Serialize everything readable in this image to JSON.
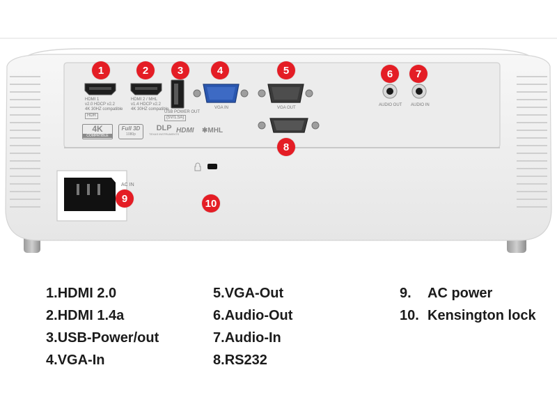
{
  "colors": {
    "marker": "#e41d25",
    "panel": "#ececec",
    "body": "#f2f2f2"
  },
  "port_labels": {
    "hdmi1_title": "HDMI 1",
    "hdmi1_spec_a": "v2.0 HDCP v2.2",
    "hdmi1_spec_b": "4K 30HZ compatible",
    "hdmi1_hdr": "HDR",
    "hdmi2_title": "HDMI 2 / MHL",
    "hdmi2_spec_a": "v1.4 HDCP v2.2",
    "hdmi2_spec_b": "4K 30HZ compatible",
    "usb_a": "USB POWER OUT",
    "usb_b": "(5V/1.5A)",
    "vga_in": "VGA IN",
    "vga_out": "VGA OUT",
    "audio_out": "AUDIO OUT",
    "audio_in": "AUDIO IN",
    "ac_in": "AC IN"
  },
  "logos": {
    "k4_a": "4K",
    "k4_b": "COMPATIBLE",
    "full3d_a": "Full 3D",
    "full3d_b": "1080p",
    "dlp_a": "DLP",
    "dlp_b": "TEXAS INSTRUMENTS",
    "hdmi": "HDMI",
    "mhl": "MHL"
  },
  "markers": [
    "1",
    "2",
    "3",
    "4",
    "5",
    "6",
    "7",
    "8",
    "9",
    "10"
  ],
  "legend": [
    {
      "num": "1.",
      "label": "HDMI 2.0"
    },
    {
      "num": "2.",
      "label": "HDMI 1.4a"
    },
    {
      "num": "3.",
      "label": "USB-Power/out"
    },
    {
      "num": "4.",
      "label": "VGA-In"
    },
    {
      "num": "5.",
      "label": "VGA-Out"
    },
    {
      "num": "6.",
      "label": "Audio-Out"
    },
    {
      "num": "7.",
      "label": "Audio-In"
    },
    {
      "num": "8.",
      "label": "RS232"
    },
    {
      "num": "9.",
      "label": "AC power"
    },
    {
      "num": "10.",
      "label": "Kensington lock"
    }
  ]
}
